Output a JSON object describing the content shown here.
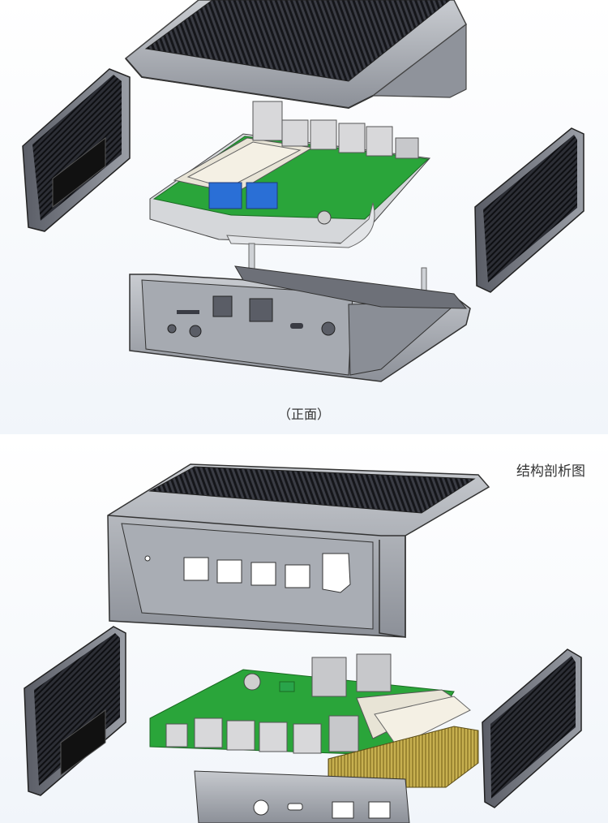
{
  "top_panel": {
    "caption": "（正面）"
  },
  "bottom_panel": {
    "caption": "结构剖析图"
  },
  "colors": {
    "background_top": "#ffffff",
    "background_bottom": "#eef3f8",
    "metal": "#9a9ea6",
    "metal_light": "#c9ccd1",
    "metal_dark": "#4a4d55",
    "heatsink_fin": "#2a2c33",
    "pcb_green": "#2aa53a",
    "connector_silver": "#d8d8da",
    "usb_blue": "#2a6fd6",
    "gold_heatsink": "#c9b24a"
  },
  "icons": {
    "top_cover": "top-cover-heatsink",
    "side_panel": "side-panel-vented",
    "motherboard": "pcb-board",
    "bottom_chassis": "bottom-chassis"
  }
}
